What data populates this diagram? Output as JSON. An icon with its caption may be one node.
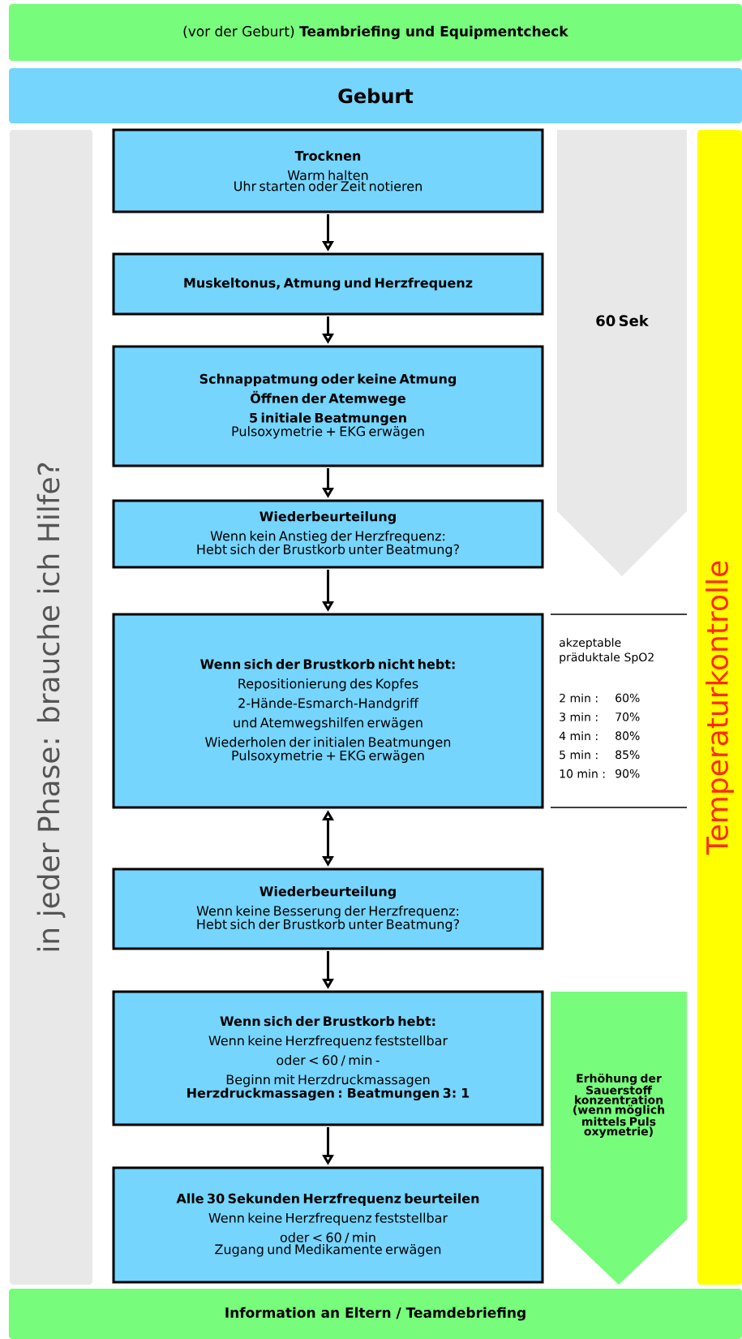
{
  "diagram": {
    "nodes": [
      {
        "text": [
          "(vor der Geburt) **Teambriefing und Equipmentcheck**"
        ]
      },
      {
        "text": [
          "Geburt"
        ]
      },
      {
        "text": [
          "in jeder Phase: brauche ich Hilfe?"
        ]
      },
      {
        "text": [
          "Trocknen",
          "Warm halten",
          "Uhr starten oder Zeit notieren"
        ]
      },
      {
        "text": [
          "Muskeltonus, Atmung und Herzfrequenz"
        ]
      },
      {
        "text": [
          "Schnappatmung oder keine Atmung",
          "Öffnen der Atemwege",
          "5 initiale Beatmungen",
          "Pulsoxymetrie + EKG erwägen"
        ]
      },
      {
        "text": [
          "Wiederbeurteilung",
          "Wenn kein Anstieg der Herzfrequenz:",
          "Hebt sich der Brustkorb unter Beatmung?"
        ]
      },
      {
        "text": [
          "Wenn sich der Brustkorb nicht hebt:",
          "Repositionierung des Kopfes",
          "2-Hände-Esmarch-Handgriff",
          "und Atemwegshilfen erwägen",
          "Wiederholen der initialen Beatmungen",
          "Pulsoxymetrie + EKG erwägen"
        ]
      },
      {
        "text": [
          "Wiederbeurteilung",
          "Wenn keine Besserung der Herzfrequenz:",
          "Hebt sich der Brustkorb unter Beatmung?"
        ]
      },
      {
        "text": [
          "Wenn sich der Brustkorb hebt:",
          "Wenn keine Herzfrequenz feststellbar",
          "oder < 60 / min -",
          "Beginn mit Herzdruckmassagen",
          "Herzdruckmassagen : Beatmungen 3: 1"
        ]
      },
      {
        "text": [
          "Alle 30 Sekunden Herzfrequenz beurteilen",
          "Wenn keine Herzfrequenz feststellbar",
          "oder < 60 / min",
          "Zugang und Medikamente erwägen"
        ]
      },
      {
        "text": [
          "60 Sek"
        ]
      },
      {
        "text": [
          "Erhöhung der Sauerstoff konzentration (wenn möglich mittels Puls oxymetrie)"
        ]
      },
      {
        "text": [
          "Temperaturkontrolle"
        ]
      },
      {
        "text": [
          "Information an Eltern / Teamdebriefing"
        ]
      }
    ],
    "edges": [
      {
        "from": 3,
        "to": 4,
        "arrow": "to"
      },
      {
        "from": 4,
        "to": 5,
        "arrow": "to"
      },
      {
        "from": 5,
        "to": 6,
        "arrow": "to"
      },
      {
        "from": 6,
        "to": 7,
        "arrow": "to"
      },
      {
        "from": 7,
        "to": 8,
        "arrow": "both"
      },
      {
        "from": 8,
        "to": 9,
        "arrow": "to"
      },
      {
        "from": 9,
        "to": 10,
        "arrow": "to"
      }
    ],
    "labels": [
      "akzeptable präduktale SpO2",
      "2 min :",
      "60%",
      "3 min :",
      "70%",
      "4 min :",
      "80%",
      "5 min :",
      "85%",
      "10 min :",
      "90%"
    ]
  }
}
